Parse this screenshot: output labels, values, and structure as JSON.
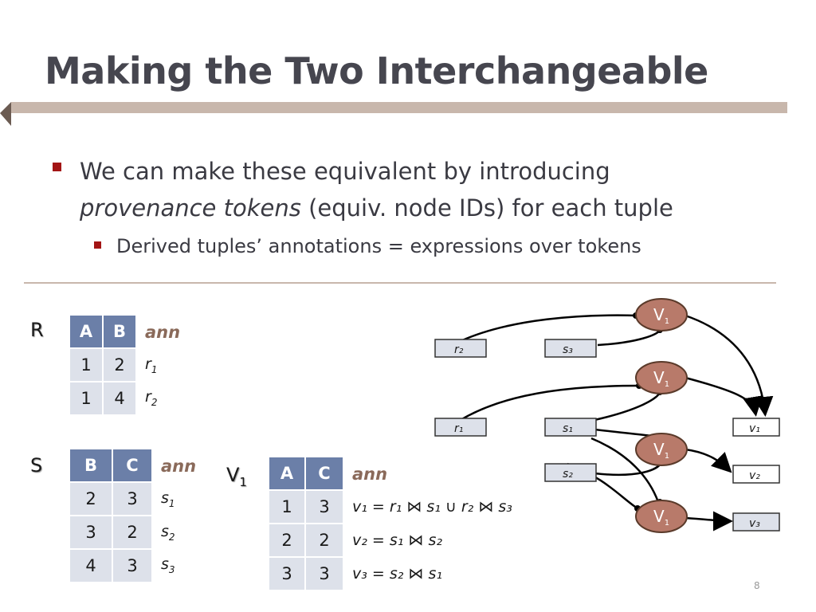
{
  "title": "Making the Two Interchangeable",
  "bullets": {
    "b1_line1": "We can make these equivalent by introducing",
    "b1_line2_em": "provenance tokens",
    "b1_line2_rest": " (equiv. node IDs) for each tuple",
    "b2": "Derived tuples’ annotations = expressions over tokens"
  },
  "relation_R": {
    "label": "R",
    "headers": [
      "A",
      "B",
      "ann"
    ],
    "rows": [
      {
        "c1": "1",
        "c2": "2",
        "ann": "r",
        "sub": "1"
      },
      {
        "c1": "1",
        "c2": "4",
        "ann": "r",
        "sub": "2"
      }
    ]
  },
  "relation_S": {
    "label": "S",
    "headers": [
      "B",
      "C",
      "ann"
    ],
    "rows": [
      {
        "c1": "2",
        "c2": "3",
        "ann": "s",
        "sub": "1"
      },
      {
        "c1": "3",
        "c2": "2",
        "ann": "s",
        "sub": "2"
      },
      {
        "c1": "4",
        "c2": "3",
        "ann": "s",
        "sub": "3"
      }
    ]
  },
  "relation_V1": {
    "label": "V",
    "label_sub": "1",
    "headers": [
      "A",
      "C",
      "ann"
    ],
    "rows": [
      {
        "c1": "1",
        "c2": "3",
        "expr": "v₁ = r₁ ⋈ s₁ ∪ r₂ ⋈ s₃"
      },
      {
        "c1": "2",
        "c2": "2",
        "expr": "v₂ = s₁ ⋈ s₂"
      },
      {
        "c1": "3",
        "c2": "3",
        "expr": "v₃ = s₂ ⋈ s₁"
      }
    ]
  },
  "graph": {
    "v_node": "V",
    "v_node_sub": "1",
    "tuple_nodes": {
      "r2": "r₂",
      "s3": "s₃",
      "r1": "r₁",
      "s1": "s₁",
      "s2": "s₂",
      "v1": "v₁",
      "v2": "v₂",
      "v3": "v₃"
    }
  },
  "colors": {
    "table_header": "#6b7fa8",
    "table_cell": "#dde1ea",
    "v_node_fill": "#b87a6a",
    "tuple_box": "#dde1ea",
    "accent_bar": "#c8b7ac",
    "bullet": "#a31515"
  },
  "page_number": "8"
}
